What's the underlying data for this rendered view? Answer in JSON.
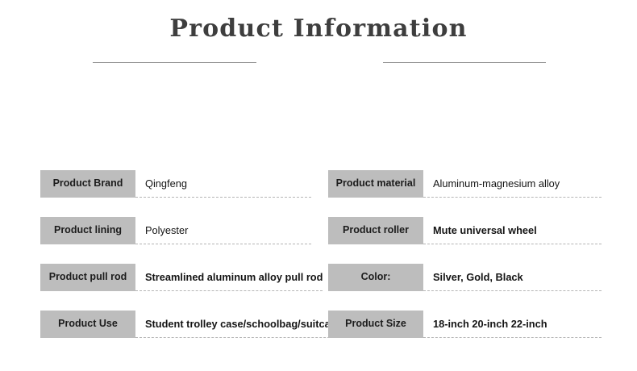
{
  "header": {
    "title": "Product Information"
  },
  "spec_table": {
    "left_column": [
      {
        "label": "Product Brand",
        "value": "Qingfeng",
        "emphasis": "regular"
      },
      {
        "label": "Product lining",
        "value": "Polyester",
        "emphasis": "regular"
      },
      {
        "label": "Product pull rod",
        "value": "Streamlined aluminum alloy pull rod",
        "emphasis": "bold"
      },
      {
        "label": "Product Use",
        "value": "Student trolley case/schoolbag/suitcase",
        "emphasis": "bold"
      }
    ],
    "right_column": [
      {
        "label": "Product material",
        "value": "Aluminum-magnesium alloy",
        "emphasis": "regular"
      },
      {
        "label": "Product roller",
        "value": "Mute universal wheel",
        "emphasis": "bold"
      },
      {
        "label": "Color:",
        "value": "Silver, Gold, Black",
        "emphasis": "bold"
      },
      {
        "label": "Product Size",
        "value": "18-inch 20-inch 22-inch",
        "emphasis": "bold"
      }
    ]
  },
  "colors": {
    "label_background": "#bdbdbd",
    "title_text": "#3e3e3e",
    "value_text": "#141414",
    "rule": "#9a9a9a",
    "dashed_rule": "#b5b5b5",
    "page_background": "#ffffff"
  }
}
